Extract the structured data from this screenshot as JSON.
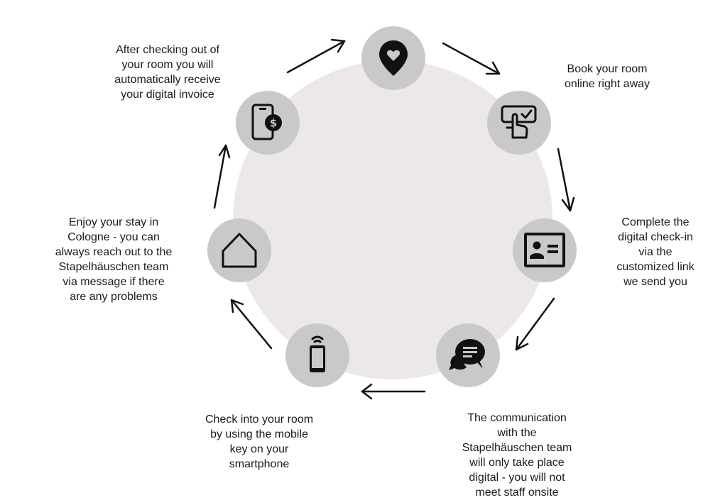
{
  "steps": [
    {
      "icon": "location-heart-icon",
      "text": ""
    },
    {
      "icon": "touch-check-icon",
      "text": "Book your room\nonline right away"
    },
    {
      "icon": "id-card-icon",
      "text": "Complete the\ndigital check-in\nvia the\ncustomized link\nwe send you"
    },
    {
      "icon": "chat-bubbles-icon",
      "text": "The communication\nwith the\nStapelhäuschen team\nwill only take place\ndigital - you will not\nmeet staff onsite"
    },
    {
      "icon": "mobile-key-icon",
      "text": "Check into your room\nby using the mobile\nkey on your\nsmartphone"
    },
    {
      "icon": "home-icon",
      "text": "Enjoy your stay in\nCologne - you can\nalways reach out to the\nStapelhäuschen team\nvia message if there\nare any problems"
    },
    {
      "icon": "phone-invoice-icon",
      "text": "After checking out of\nyour room you will\nautomatically receive\nyour digital invoice"
    }
  ],
  "colors": {
    "node": "#c9c9c9",
    "ring": "#ece8e8",
    "ink": "#111111"
  }
}
